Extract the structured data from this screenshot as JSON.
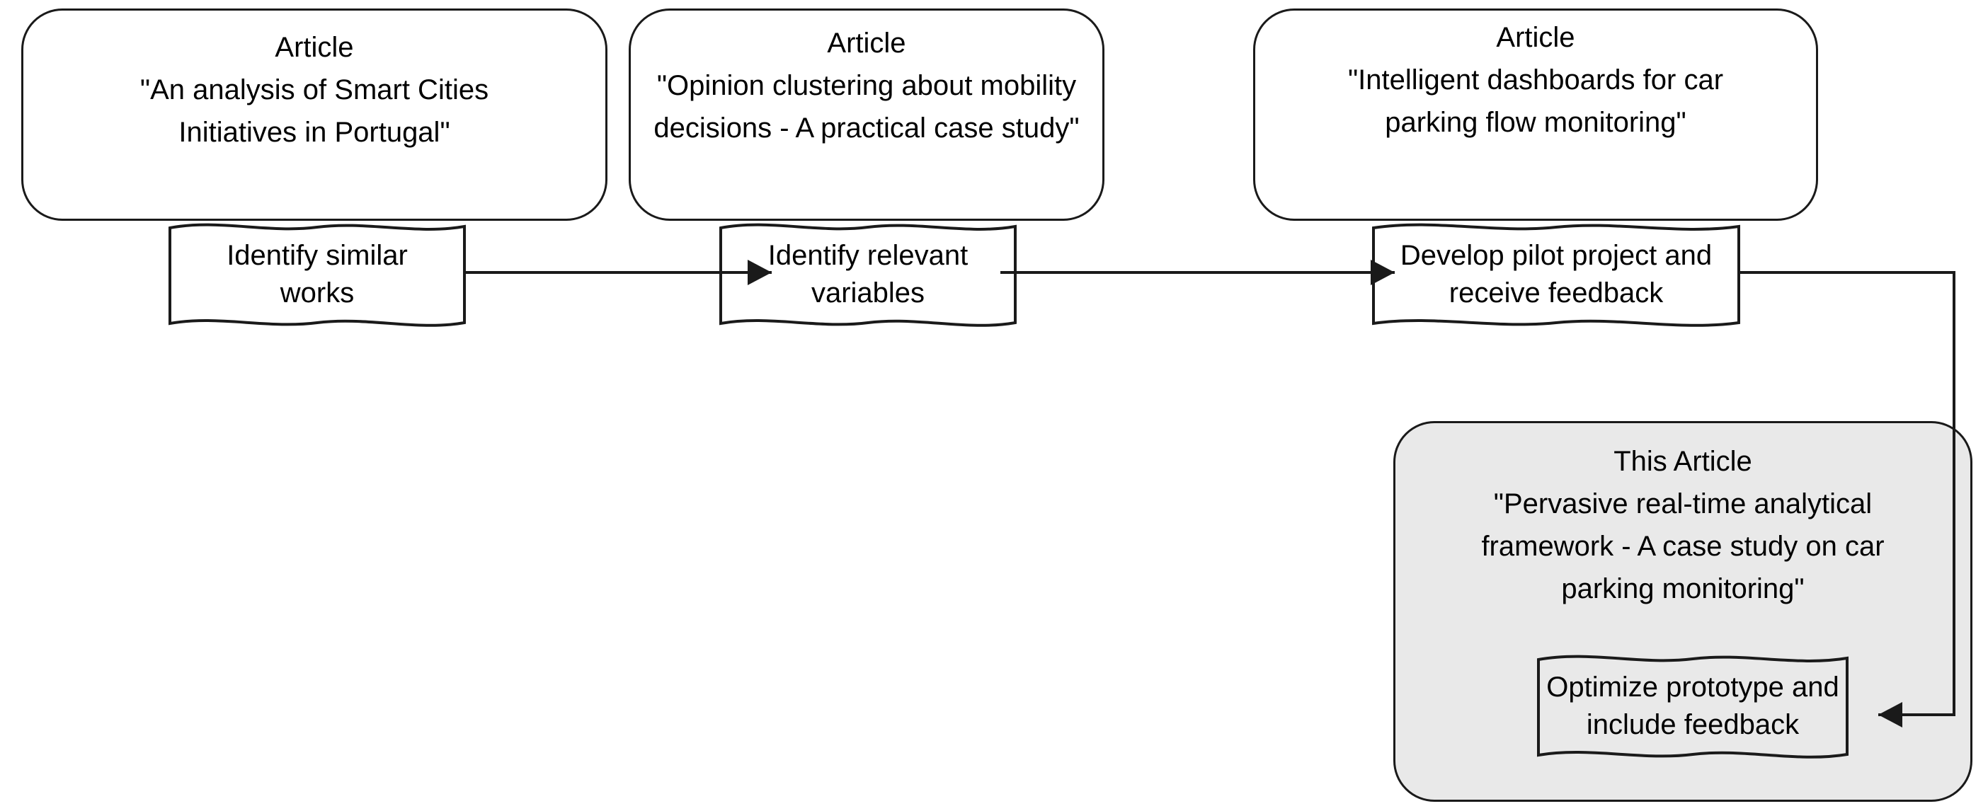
{
  "diagram": {
    "title": "Research article progression flow",
    "background_color": "#ffffff",
    "line_color": "#1a1a1a",
    "shaded_fill": "#e9e9e9"
  },
  "cards": [
    {
      "id": "card-smart-cities",
      "kind_label": "Article",
      "title": "\"An analysis of Smart Cities\nInitiatives in Portugal\"",
      "heading": "Article\n\"An analysis of Smart Cities\nInitiatives in Portugal\"",
      "shaded": false,
      "step": {
        "id": "step-identify-similar-works",
        "label": "Identify similar\nworks"
      }
    },
    {
      "id": "card-opinion-clustering",
      "kind_label": "Article",
      "title": "\"Opinion clustering about mobility\ndecisions - A practical case study\"",
      "heading": "Article\n\"Opinion clustering about mobility\ndecisions - A practical case study\"",
      "shaded": false,
      "step": {
        "id": "step-identify-relevant-variables",
        "label": "Identify relevant\nvariables"
      }
    },
    {
      "id": "card-intelligent-dashboards",
      "kind_label": "Article",
      "title": "\"Intelligent dashboards for car\nparking flow monitoring\"",
      "heading": "Article\n\"Intelligent dashboards for car\nparking flow monitoring\"",
      "shaded": false,
      "step": {
        "id": "step-develop-pilot-project",
        "label": "Develop pilot project and\nreceive feedback"
      }
    },
    {
      "id": "card-this-article",
      "kind_label": "This Article",
      "title": "\"Pervasive real-time analytical\nframework - A case study on car\nparking monitoring\"",
      "heading": "This Article\n\"Pervasive real-time analytical\nframework - A case study on car\nparking monitoring\"",
      "shaded": true,
      "step": {
        "id": "step-optimize-prototype",
        "label": "Optimize prototype and\ninclude feedback"
      }
    }
  ],
  "connectors": [
    {
      "id": "connector-1-to-2",
      "from": "step-identify-similar-works",
      "to": "step-identify-relevant-variables",
      "arrow": "right"
    },
    {
      "id": "connector-2-to-3",
      "from": "step-identify-relevant-variables",
      "to": "step-develop-pilot-project",
      "arrow": "right"
    },
    {
      "id": "connector-3-to-4",
      "from": "step-develop-pilot-project",
      "to": "step-optimize-prototype",
      "arrow": "left"
    }
  ]
}
